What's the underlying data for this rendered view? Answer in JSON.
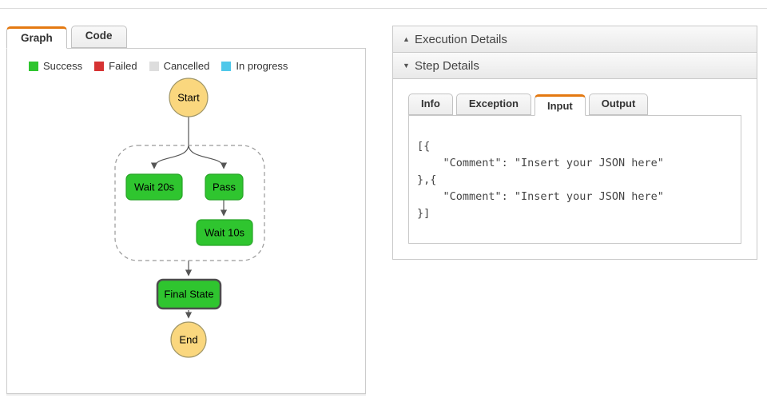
{
  "colors": {
    "accent_orange": "#e47911",
    "success_green": "#2fc52f",
    "success_green_border": "#28a428",
    "failed_red": "#d63333",
    "cancelled_gray": "#dddddd",
    "in_progress_blue": "#50c8ea",
    "start_end_yellow": "#fad77e",
    "start_end_border": "#a09668",
    "selected_node_border": "#4d4d4d",
    "edge_gray": "#555555"
  },
  "left_panel": {
    "tabs": [
      {
        "label": "Graph",
        "active": true
      },
      {
        "label": "Code",
        "active": false
      }
    ],
    "legend": [
      {
        "label": "Success",
        "color": "#2fc52f"
      },
      {
        "label": "Failed",
        "color": "#d63333"
      },
      {
        "label": "Cancelled",
        "color": "#dddddd"
      },
      {
        "label": "In progress",
        "color": "#50c8ea"
      }
    ],
    "graph": {
      "nodes": {
        "start": "Start",
        "wait20": "Wait 20s",
        "pass": "Pass",
        "wait10": "Wait 10s",
        "final": "Final State",
        "end": "End"
      }
    }
  },
  "right_panel": {
    "accordions": [
      {
        "label": "Execution Details",
        "state": "collapsed",
        "caret": "▲"
      },
      {
        "label": "Step Details",
        "state": "expanded",
        "caret": "▼"
      }
    ],
    "tabs": [
      {
        "label": "Info",
        "active": false
      },
      {
        "label": "Exception",
        "active": false
      },
      {
        "label": "Input",
        "active": true
      },
      {
        "label": "Output",
        "active": false
      }
    ],
    "json_text": "[{\n    \"Comment\": \"Insert your JSON here\"\n},{\n    \"Comment\": \"Insert your JSON here\"\n}]"
  }
}
